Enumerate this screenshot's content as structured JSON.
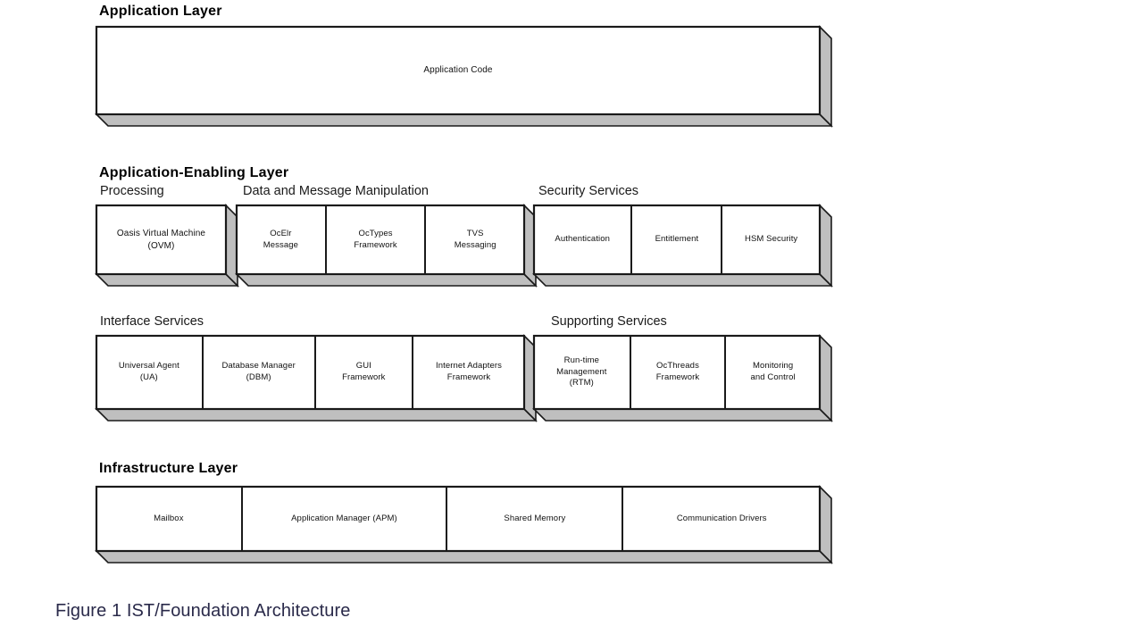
{
  "figure": {
    "caption": "Figure 1 IST/Foundation Architecture",
    "caption_color": "#2a2a4a"
  },
  "style": {
    "face_fill": "#bfbfbf",
    "top_fill": "#ffffff",
    "stroke": "#1a1a1a"
  },
  "layers": [
    {
      "id": "application-layer",
      "title": "Application Layer",
      "groups": [
        {
          "id": "application-code-group",
          "title": "",
          "cells": [
            {
              "label": "Application Code"
            }
          ]
        }
      ]
    },
    {
      "id": "application-enabling-layer",
      "title": "Application-Enabling Layer",
      "groups": [
        {
          "id": "processing-group",
          "title": "Processing",
          "cells": [
            {
              "label": "Oasis Virtual Machine\n(OVM)"
            }
          ]
        },
        {
          "id": "data-and-message-manipulation-group",
          "title": "Data and Message Manipulation",
          "cells": [
            {
              "label": "OcElr\nMessage"
            },
            {
              "label": "OcTypes\nFramework"
            },
            {
              "label": "TVS\nMessaging"
            }
          ]
        },
        {
          "id": "security-services-group",
          "title": "Security Services",
          "cells": [
            {
              "label": "Authentication"
            },
            {
              "label": "Entitlement"
            },
            {
              "label": "HSM Security"
            }
          ]
        },
        {
          "id": "interface-services-group",
          "title": "Interface Services",
          "cells": [
            {
              "label": "Universal Agent\n(UA)"
            },
            {
              "label": "Database Manager\n(DBM)"
            },
            {
              "label": "GUI\nFramework"
            },
            {
              "label": "Internet Adapters\nFramework"
            }
          ]
        },
        {
          "id": "supporting-services-group",
          "title": "Supporting Services",
          "cells": [
            {
              "label": "Run-time\nManagement\n(RTM)"
            },
            {
              "label": "OcThreads\nFramework"
            },
            {
              "label": "Monitoring\nand Control"
            }
          ]
        }
      ]
    },
    {
      "id": "infrastructure-layer",
      "title": "Infrastructure Layer",
      "groups": [
        {
          "id": "infrastructure-group",
          "title": "",
          "cells": [
            {
              "label": "Mailbox"
            },
            {
              "label": "Application Manager (APM)"
            },
            {
              "label": "Shared Memory"
            },
            {
              "label": "Communication Drivers"
            }
          ]
        }
      ]
    }
  ]
}
